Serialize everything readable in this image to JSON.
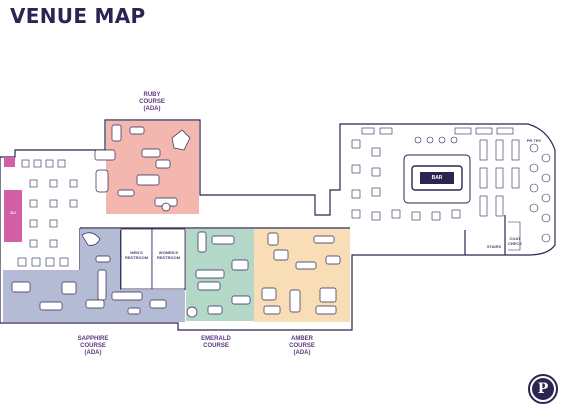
{
  "title": "VENUE MAP",
  "courses": {
    "ruby": {
      "name": "RUBY",
      "word": "COURSE",
      "ada": "(ADA)",
      "color": "#f3b7b0"
    },
    "sapphire": {
      "name": "SAPPHIRE",
      "word": "COURSE",
      "ada": "(ADA)",
      "color": "#b3bcd4"
    },
    "emerald": {
      "name": "EMERALD",
      "word": "COURSE",
      "ada": "",
      "color": "#b4d8c8"
    },
    "amber": {
      "name": "AMBER",
      "word": "COURSE",
      "ada": "(ADA)",
      "color": "#f9ddb6"
    }
  },
  "rooms": {
    "bar": "BAR",
    "mens_restroom": "MEN'S RESTROOM",
    "womens_restroom": "WOMEN'S RESTROOM",
    "dj": "DJ",
    "coat_check": "COAT CHECK",
    "office": "PR TRY",
    "stairs": "STAIRS"
  },
  "logo": {
    "letter": "P",
    "icon": "venue-logo"
  },
  "colors": {
    "outline": "#2b2552",
    "bar_fill": "#2b2552",
    "stairs_fill": "#d45fa6",
    "text_course": "#5c3a7e"
  }
}
